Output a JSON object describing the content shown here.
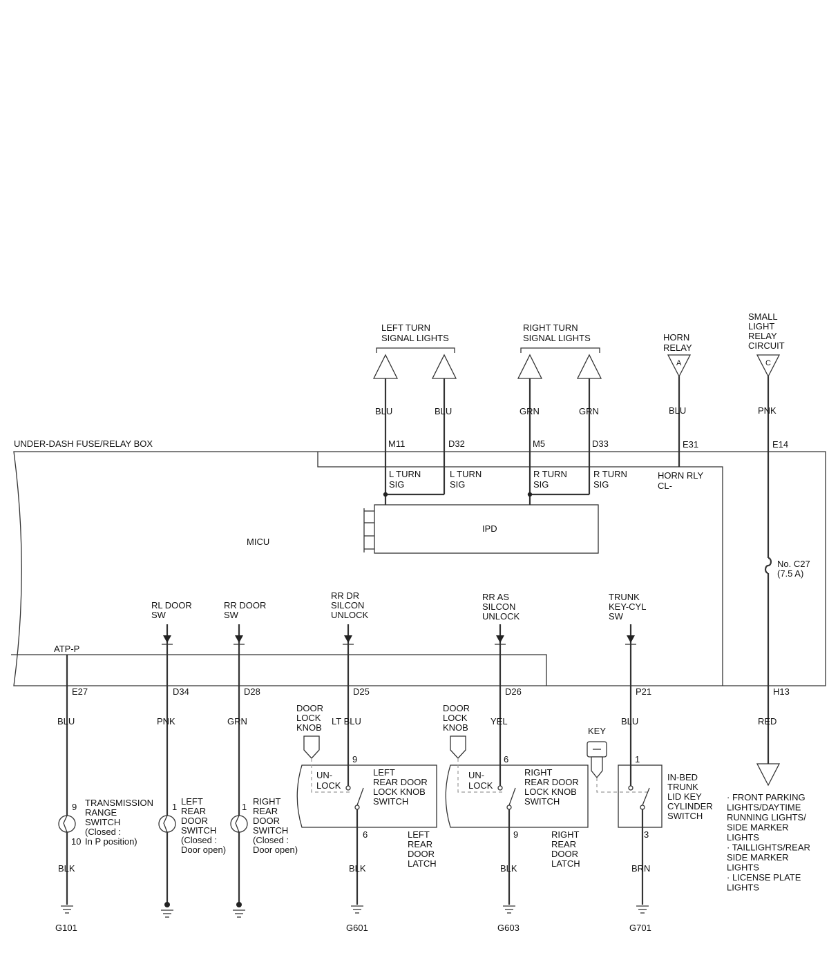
{
  "labels": {
    "fuse_box": "UNDER-DASH FUSE/RELAY BOX",
    "micu": "MICU",
    "ipd": "IPD",
    "left_turn": [
      "LEFT TURN",
      "SIGNAL LIGHTS"
    ],
    "right_turn": [
      "RIGHT TURN",
      "SIGNAL LIGHTS"
    ],
    "horn_relay": [
      "HORN",
      "RELAY"
    ],
    "small_light": [
      "SMALL",
      "LIGHT",
      "RELAY",
      "CIRCUIT"
    ],
    "horn_ref": "A",
    "small_ref": "C",
    "fuse": [
      "No. C27",
      "(7.5 A)"
    ],
    "lturn_sig": [
      "L TURN",
      "SIG"
    ],
    "rturn_sig": [
      "R TURN",
      "SIG"
    ],
    "horn_rly_cl": [
      "HORN RLY",
      "CL-"
    ],
    "atp_p": "ATP-P",
    "rl_door_sw": [
      "RL DOOR",
      "SW"
    ],
    "rr_door_sw": [
      "RR DOOR",
      "SW"
    ],
    "rr_dr_silcon": [
      "RR DR",
      "SILCON",
      "UNLOCK"
    ],
    "rr_as_silcon": [
      "RR AS",
      "SILCON",
      "UNLOCK"
    ],
    "trunk_keycyl": [
      "TRUNK",
      "KEY-CYL",
      "SW"
    ],
    "door_lock_knob": [
      "DOOR",
      "LOCK",
      "KNOB"
    ],
    "unlock": [
      "UN-",
      "LOCK"
    ],
    "key": "KEY",
    "left_knob_sw": [
      "LEFT",
      "REAR DOOR",
      "LOCK KNOB",
      "SWITCH"
    ],
    "right_knob_sw": [
      "RIGHT",
      "REAR DOOR",
      "LOCK KNOB",
      "SWITCH"
    ],
    "left_latch": [
      "LEFT",
      "REAR",
      "DOOR",
      "LATCH"
    ],
    "right_latch": [
      "RIGHT",
      "REAR",
      "DOOR",
      "LATCH"
    ],
    "trans_sw": [
      "TRANSMISSION",
      "RANGE",
      "SWITCH",
      "(Closed :",
      "In P position)"
    ],
    "left_door_sw": [
      "LEFT",
      "REAR",
      "DOOR",
      "SWITCH",
      "(Closed :",
      "Door open)"
    ],
    "right_door_sw": [
      "RIGHT",
      "REAR",
      "DOOR",
      "SWITCH",
      "(Closed :",
      "Door open)"
    ],
    "trunk_cyl_sw": [
      "IN-BED",
      "TRUNK",
      "LID KEY",
      "CYLINDER",
      "SWITCH"
    ],
    "lights": [
      "· FRONT PARKING",
      "LIGHTS/DAYTIME",
      "RUNNING LIGHTS/",
      "SIDE MARKER",
      "LIGHTS",
      "· TAILLIGHTS/REAR",
      "SIDE MARKER",
      "LIGHTS",
      "· LICENSE PLATE",
      "LIGHTS"
    ]
  },
  "top_connectors": [
    {
      "pin": "M11",
      "wire": "BLU"
    },
    {
      "pin": "D32",
      "wire": "BLU"
    },
    {
      "pin": "M5",
      "wire": "GRN"
    },
    {
      "pin": "D33",
      "wire": "GRN"
    },
    {
      "pin": "E31",
      "wire": "BLU"
    },
    {
      "pin": "E14",
      "wire": "PNK"
    }
  ],
  "bottom_connectors": [
    {
      "pin": "E27",
      "wire": "BLU",
      "ground_wire": "BLK",
      "ground": "G101",
      "pin_top": "9",
      "pin_bottom": "10"
    },
    {
      "pin": "D34",
      "wire": "PNK",
      "pin_top": "1"
    },
    {
      "pin": "D28",
      "wire": "GRN",
      "pin_top": "1"
    },
    {
      "pin": "D25",
      "wire": "LT BLU",
      "ground_wire": "BLK",
      "ground": "G601",
      "pin_top": "9",
      "pin_bottom": "6"
    },
    {
      "pin": "D26",
      "wire": "YEL",
      "ground_wire": "BLK",
      "ground": "G603",
      "pin_top": "6",
      "pin_bottom": "9"
    },
    {
      "pin": "P21",
      "wire": "BLU",
      "ground_wire": "BRN",
      "ground": "G701",
      "pin_top": "1",
      "pin_bottom": "3"
    },
    {
      "pin": "H13",
      "wire": "RED"
    }
  ]
}
